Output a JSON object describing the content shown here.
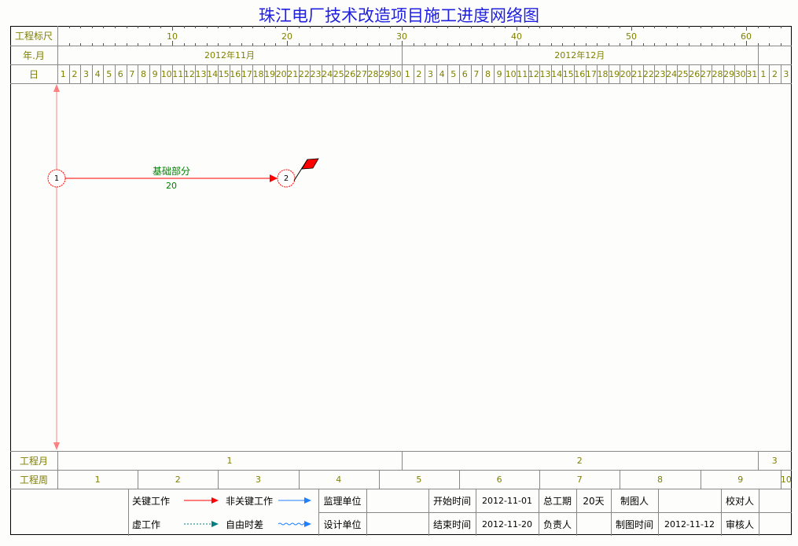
{
  "title": "珠江电厂技术改造项目施工进度网络图",
  "row_labels": {
    "ruler": "工程标尺",
    "year_month": "年.月",
    "day": "日",
    "project_month": "工程月",
    "project_week": "工程周"
  },
  "ruler_marks": [
    "10",
    "20",
    "30",
    "40",
    "50",
    "60"
  ],
  "months": [
    "2012年11月",
    "2012年12月"
  ],
  "days": [
    "1",
    "2",
    "3",
    "4",
    "5",
    "6",
    "7",
    "8",
    "9",
    "10",
    "11",
    "12",
    "13",
    "14",
    "15",
    "16",
    "17",
    "18",
    "19",
    "20",
    "21",
    "22",
    "23",
    "24",
    "25",
    "26",
    "27",
    "28",
    "29",
    "30",
    "1",
    "2",
    "3",
    "4",
    "5",
    "6",
    "7",
    "8",
    "9",
    "10",
    "11",
    "12",
    "13",
    "14",
    "15",
    "16",
    "17",
    "18",
    "19",
    "20",
    "21",
    "22",
    "23",
    "24",
    "25",
    "26",
    "27",
    "28",
    "29",
    "30",
    "31",
    "1",
    "2",
    "3"
  ],
  "project_months": [
    "1",
    "2",
    "3"
  ],
  "project_weeks": [
    "1",
    "2",
    "3",
    "4",
    "5",
    "6",
    "7",
    "8",
    "9",
    "10"
  ],
  "network": {
    "nodes": [
      "1",
      "2"
    ],
    "activity": {
      "name": "基础部分",
      "duration": "20"
    }
  },
  "legend": {
    "critical": "关键工作",
    "noncritical": "非关键工作",
    "dummy": "虚工作",
    "free_float": "自由时差",
    "colors": {
      "critical": "#ff0000",
      "noncritical": "#1e7fff",
      "dummy": "#008080"
    }
  },
  "info": {
    "supervisor_label": "监理单位",
    "supervisor_value": "",
    "designer_label": "设计单位",
    "designer_value": "",
    "start_label": "开始时间",
    "start_value": "2012-11-01",
    "end_label": "结束时间",
    "end_value": "2012-11-20",
    "duration_label": "总工期",
    "duration_value": "20天",
    "owner_label": "负责人",
    "owner_value": "",
    "drawer_label": "制图人",
    "drawer_value": "",
    "draw_time_label": "制图时间",
    "draw_time_value": "2012-11-12",
    "checker_label": "校对人",
    "checker_value": "",
    "reviewer_label": "审核人",
    "reviewer_value": ""
  }
}
